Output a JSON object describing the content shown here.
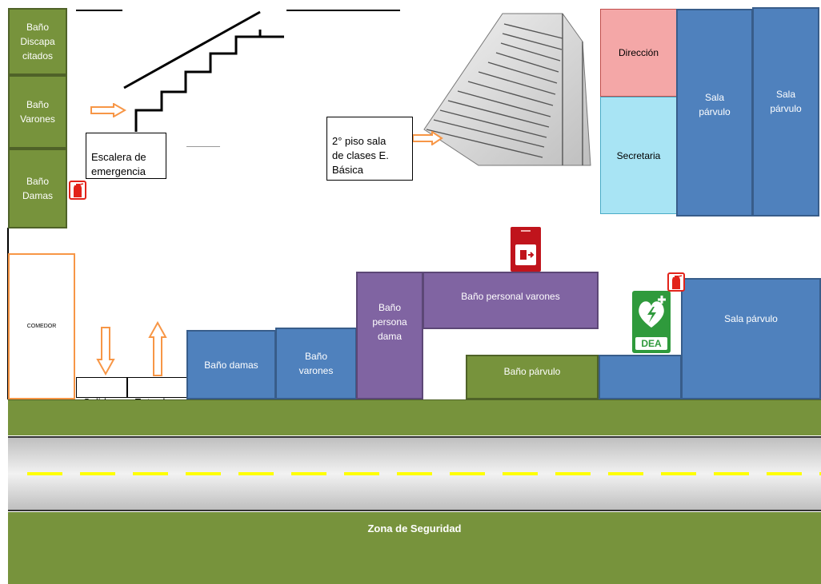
{
  "rooms": {
    "bano_discapacitados": "Baño\nDiscapa\ncitados",
    "bano_varones_top": "Baño\nVarones",
    "bano_damas_top": "Baño\nDamas",
    "direccion": "Dirección",
    "secretaria": "Secretaria",
    "sala_parvulo_1": "Sala\npárvulo",
    "sala_parvulo_2": "Sala\npárvulo",
    "comedor": "COMEDOR",
    "bano_damas": "Baño damas",
    "bano_varones": "Baño\nvarones",
    "bano_personal_dama": "Baño\npersona\ndama",
    "bano_personal_varones": "Baño personal varones",
    "bano_parvulo": "Baño párvulo",
    "sala_parvulo_3": "Sala párvulo"
  },
  "labels": {
    "escalera_emergencia": "Escalera de\nemergencia",
    "segundo_piso": "2° piso sala\nde clases E.\nBásica",
    "salida": "Salida",
    "entrada": "Entrada",
    "zona_seguridad": "Zona de Seguridad",
    "dea": "DEA"
  },
  "colors": {
    "green": "#77933c",
    "blue": "#4f81bd",
    "purple": "#8064a2",
    "direccion": "#f4a7a7",
    "secretaria": "#a8e4f4",
    "road": "#d9d9d9",
    "road_line": "#ffff00",
    "arrow_orange": "#f79646",
    "alarm_red": "#c0141c",
    "dea_green": "#2f9a3c"
  },
  "icons": [
    "fire-extinguisher-icon",
    "fire-alarm-icon",
    "defibrillator-icon",
    "arrow-right-icon",
    "arrow-down-icon",
    "arrow-up-icon"
  ]
}
